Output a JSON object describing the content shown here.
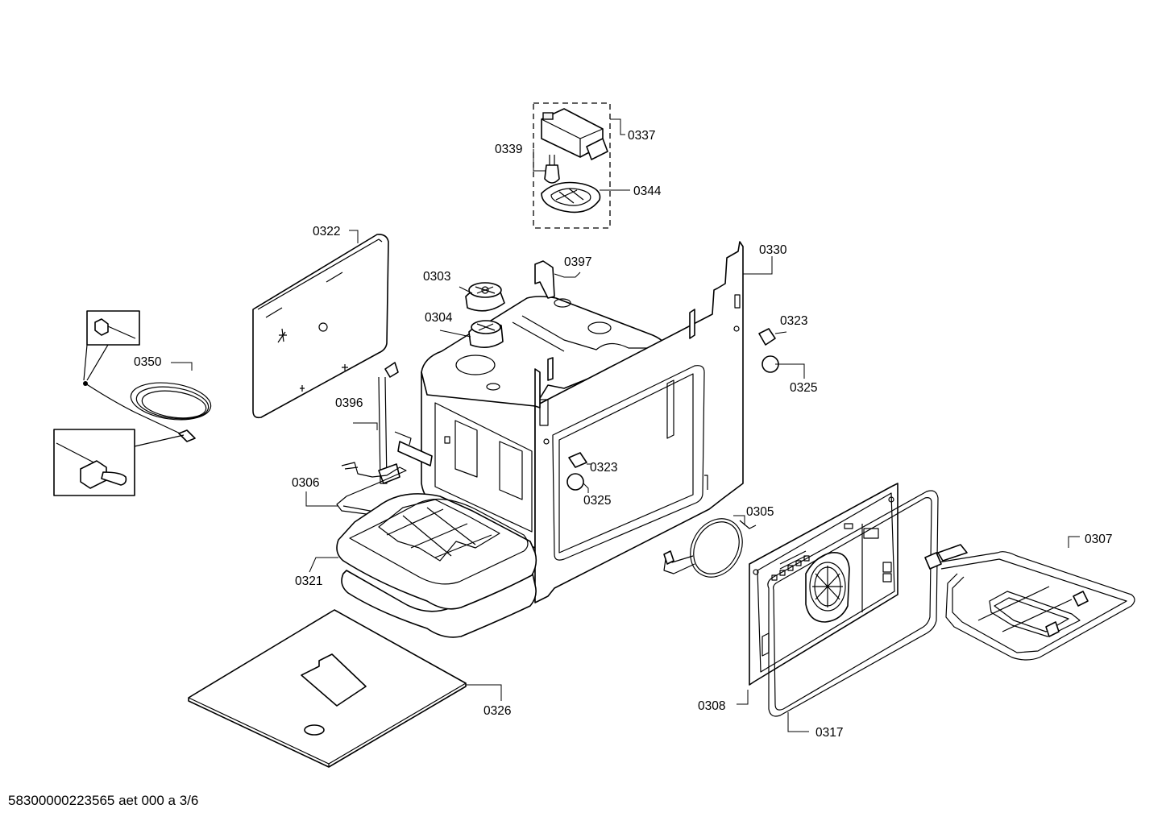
{
  "labels": {
    "p0337": "0337",
    "p0339": "0339",
    "p0344": "0344",
    "p0322": "0322",
    "p0397": "0397",
    "p0330": "0330",
    "p0303": "0303",
    "p0304": "0304",
    "p0323a": "0323",
    "p0325a": "0325",
    "p0350": "0350",
    "p0396": "0396",
    "p0323b": "0323",
    "p0325b": "0325",
    "p0306": "0306",
    "p0305": "0305",
    "p0307": "0307",
    "p0321": "0321",
    "p0326": "0326",
    "p0308": "0308",
    "p0317": "0317"
  },
  "footer": {
    "doc_id": "58300000223565 aet 000 a 3/6"
  }
}
